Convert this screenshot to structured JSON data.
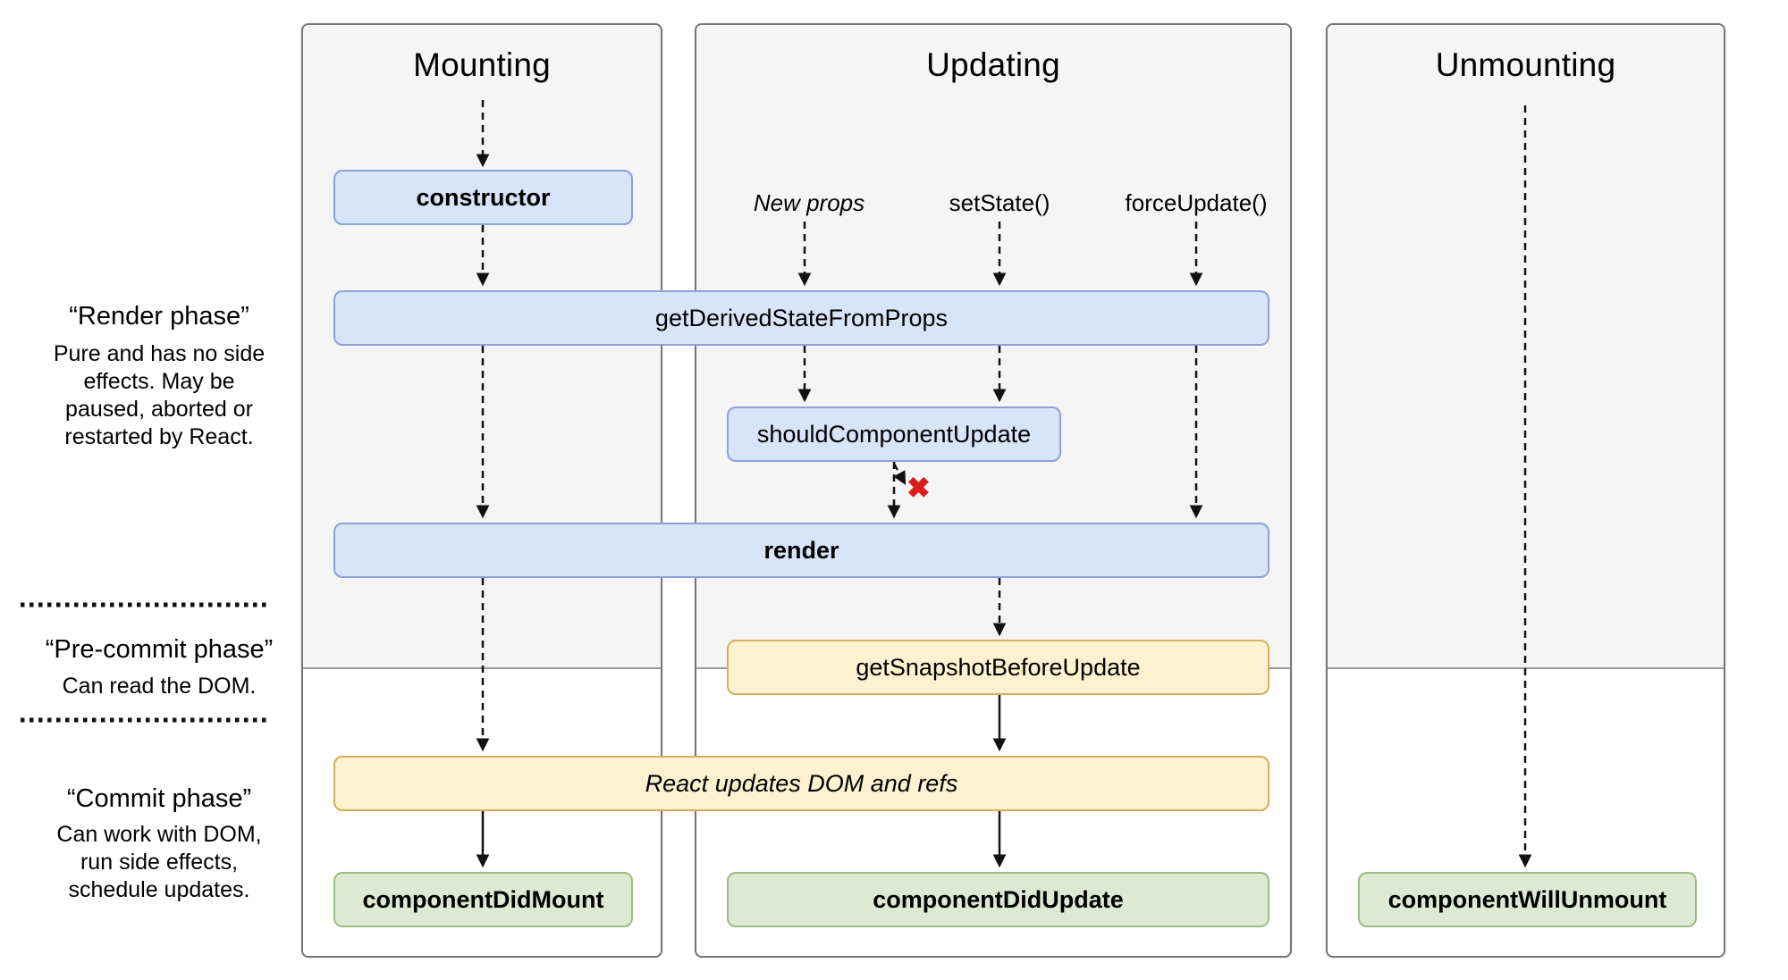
{
  "diagram": {
    "columns": [
      {
        "id": "mounting",
        "title": "Mounting"
      },
      {
        "id": "updating",
        "title": "Updating"
      },
      {
        "id": "unmounting",
        "title": "Unmounting"
      }
    ],
    "update_triggers": [
      {
        "id": "new-props",
        "label": "New props"
      },
      {
        "id": "set-state",
        "label": "setState()"
      },
      {
        "id": "force-update",
        "label": "forceUpdate()"
      }
    ],
    "boxes": {
      "constructor": "constructor",
      "getDerivedStateFromProps": "getDerivedStateFromProps",
      "shouldComponentUpdate": "shouldComponentUpdate",
      "render": "render",
      "getSnapshotBeforeUpdate": "getSnapshotBeforeUpdate",
      "reactUpdates": "React updates DOM and refs",
      "componentDidMount": "componentDidMount",
      "componentDidUpdate": "componentDidUpdate",
      "componentWillUnmount": "componentWillUnmount"
    },
    "reject_marker": "✖",
    "phases": [
      {
        "title": "“Render phase”",
        "lines": [
          "Pure and has no side",
          "effects. May be",
          "paused, aborted or",
          "restarted by React."
        ]
      },
      {
        "title": "“Pre-commit phase”",
        "lines": [
          "Can read the DOM."
        ]
      },
      {
        "title": "“Commit phase”",
        "lines": [
          "Can work with DOM,",
          "run side effects,",
          "schedule updates."
        ]
      }
    ],
    "colors": {
      "box_blue_fill": "#d8e4f8",
      "box_blue_border": "#89a3d6",
      "box_yellow_fill": "#fdf2cf",
      "box_yellow_border": "#d4ae5e",
      "box_green_fill": "#dcead3",
      "box_green_border": "#9bbd80",
      "panel_fill": "#f5f5f5",
      "panel_border": "#767676",
      "reject_x": "#dd1d1d",
      "arrow": "#111111"
    }
  }
}
